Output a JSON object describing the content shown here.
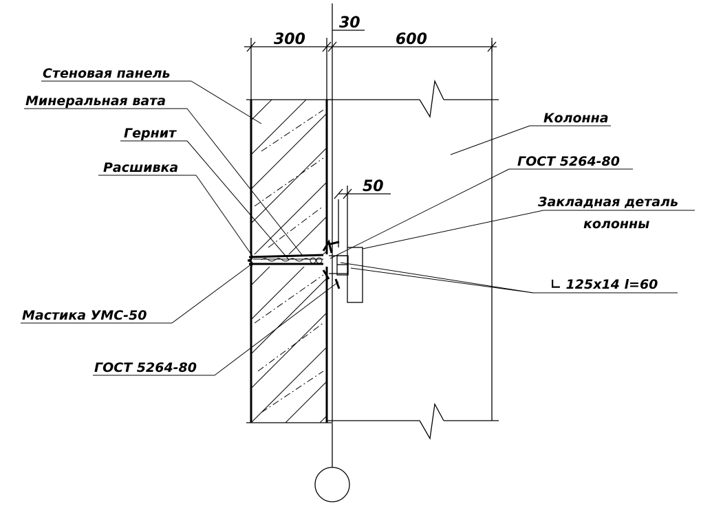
{
  "dimensions": {
    "panel_width": "300",
    "gap_width": "30",
    "column_width": "600",
    "plate_offset": "50"
  },
  "labels": {
    "wall_panel": "Стеновая панель",
    "mineral_wool": "Минеральная вата",
    "gernit": "Гернит",
    "rasshivka": "Расшивка",
    "column": "Колонна",
    "gost_top": "ГОСТ 5264-80",
    "embedded_part_line1": "Закладная деталь",
    "embedded_part_line2": "колонны",
    "angle_profile": "∟ 125х14 l=60",
    "mastic": "Мастика УМС-50",
    "gost_bottom": "ГОСТ 5264-80"
  },
  "colors": {
    "line": "#000000",
    "background": "#ffffff"
  }
}
